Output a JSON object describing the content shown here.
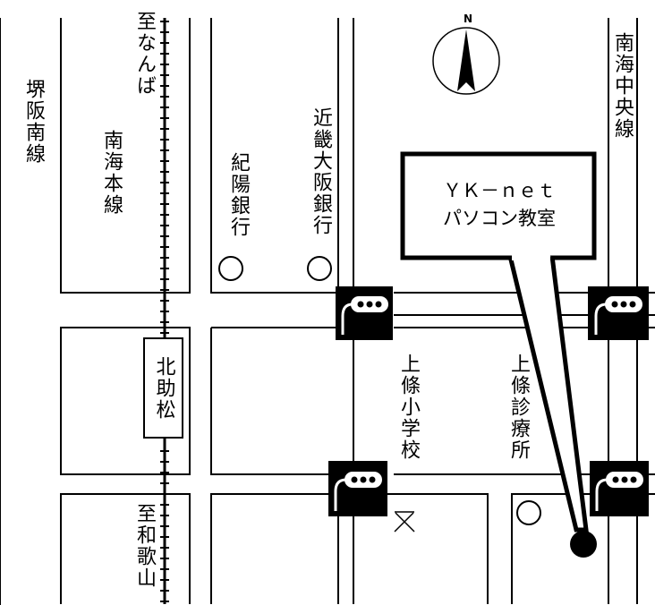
{
  "map": {
    "compass": {
      "letter": "N"
    },
    "lines": {
      "sakai_hankai": "堺阪南線",
      "nankai_main": "南海本線",
      "nankai_chuo": "南海中央線",
      "to_nanba": "至なんば",
      "to_wakayama": "至和歌山"
    },
    "station": {
      "name": "北助松"
    },
    "banks": {
      "kiyo": "紀陽銀行",
      "kinki_osaka": "近畿大阪銀行"
    },
    "landmarks": {
      "elementary_school": "上條小学校",
      "clinic": "上條診療所"
    },
    "destination": {
      "name_line1": "ＹＫ－ｎｅｔ",
      "name_line2": "パソコン教室"
    }
  }
}
